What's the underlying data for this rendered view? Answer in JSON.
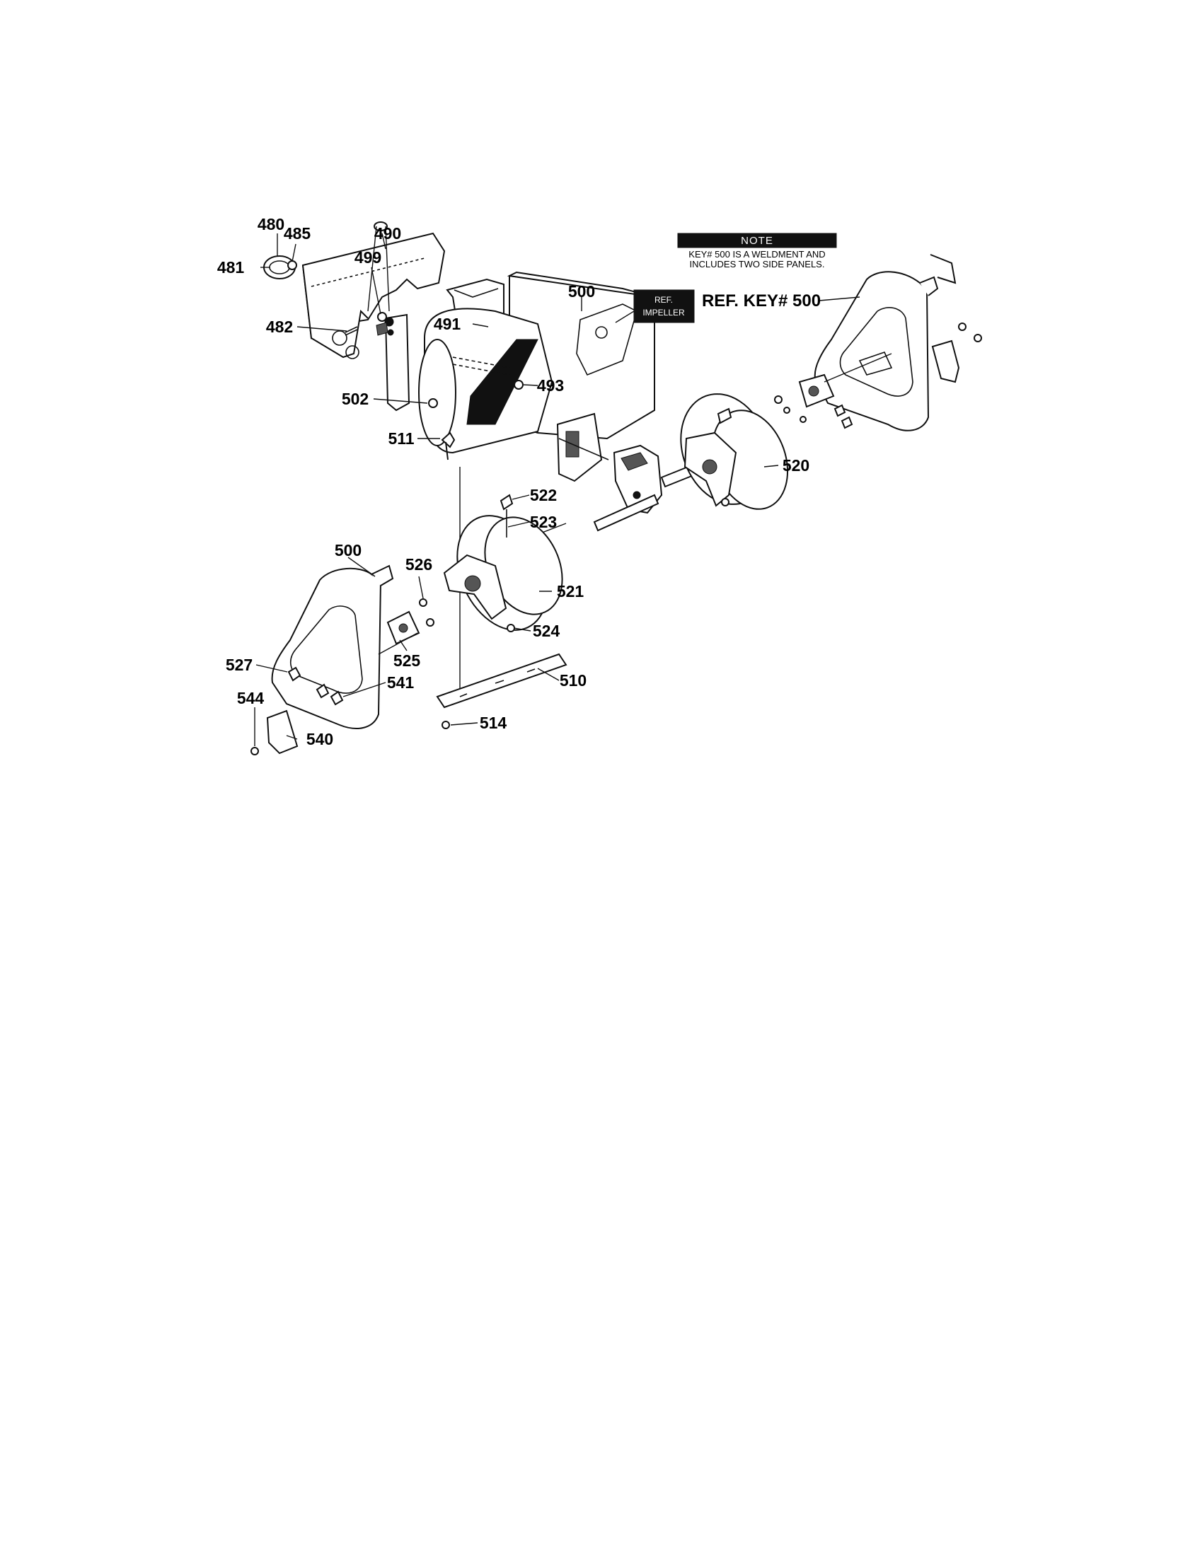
{
  "note": {
    "title": "NOTE",
    "line1": "KEY# 500 IS A WELDMENT AND",
    "line2": "INCLUDES TWO SIDE PANELS."
  },
  "ref_impeller": {
    "line1": "REF.",
    "line2": "IMPELLER"
  },
  "ref_key_label": "REF. KEY# 500",
  "labels": {
    "p480": "480",
    "p485": "485",
    "p490": "490",
    "p499": "499",
    "p481": "481",
    "p482": "482",
    "p491": "491",
    "p500_top": "500",
    "p493": "493",
    "p502": "502",
    "p511": "511",
    "p520": "520",
    "p522": "522",
    "p523": "523",
    "p500_left": "500",
    "p526": "526",
    "p521": "521",
    "p524": "524",
    "p525": "525",
    "p527": "527",
    "p541": "541",
    "p510": "510",
    "p544": "544",
    "p540": "540",
    "p514": "514"
  }
}
